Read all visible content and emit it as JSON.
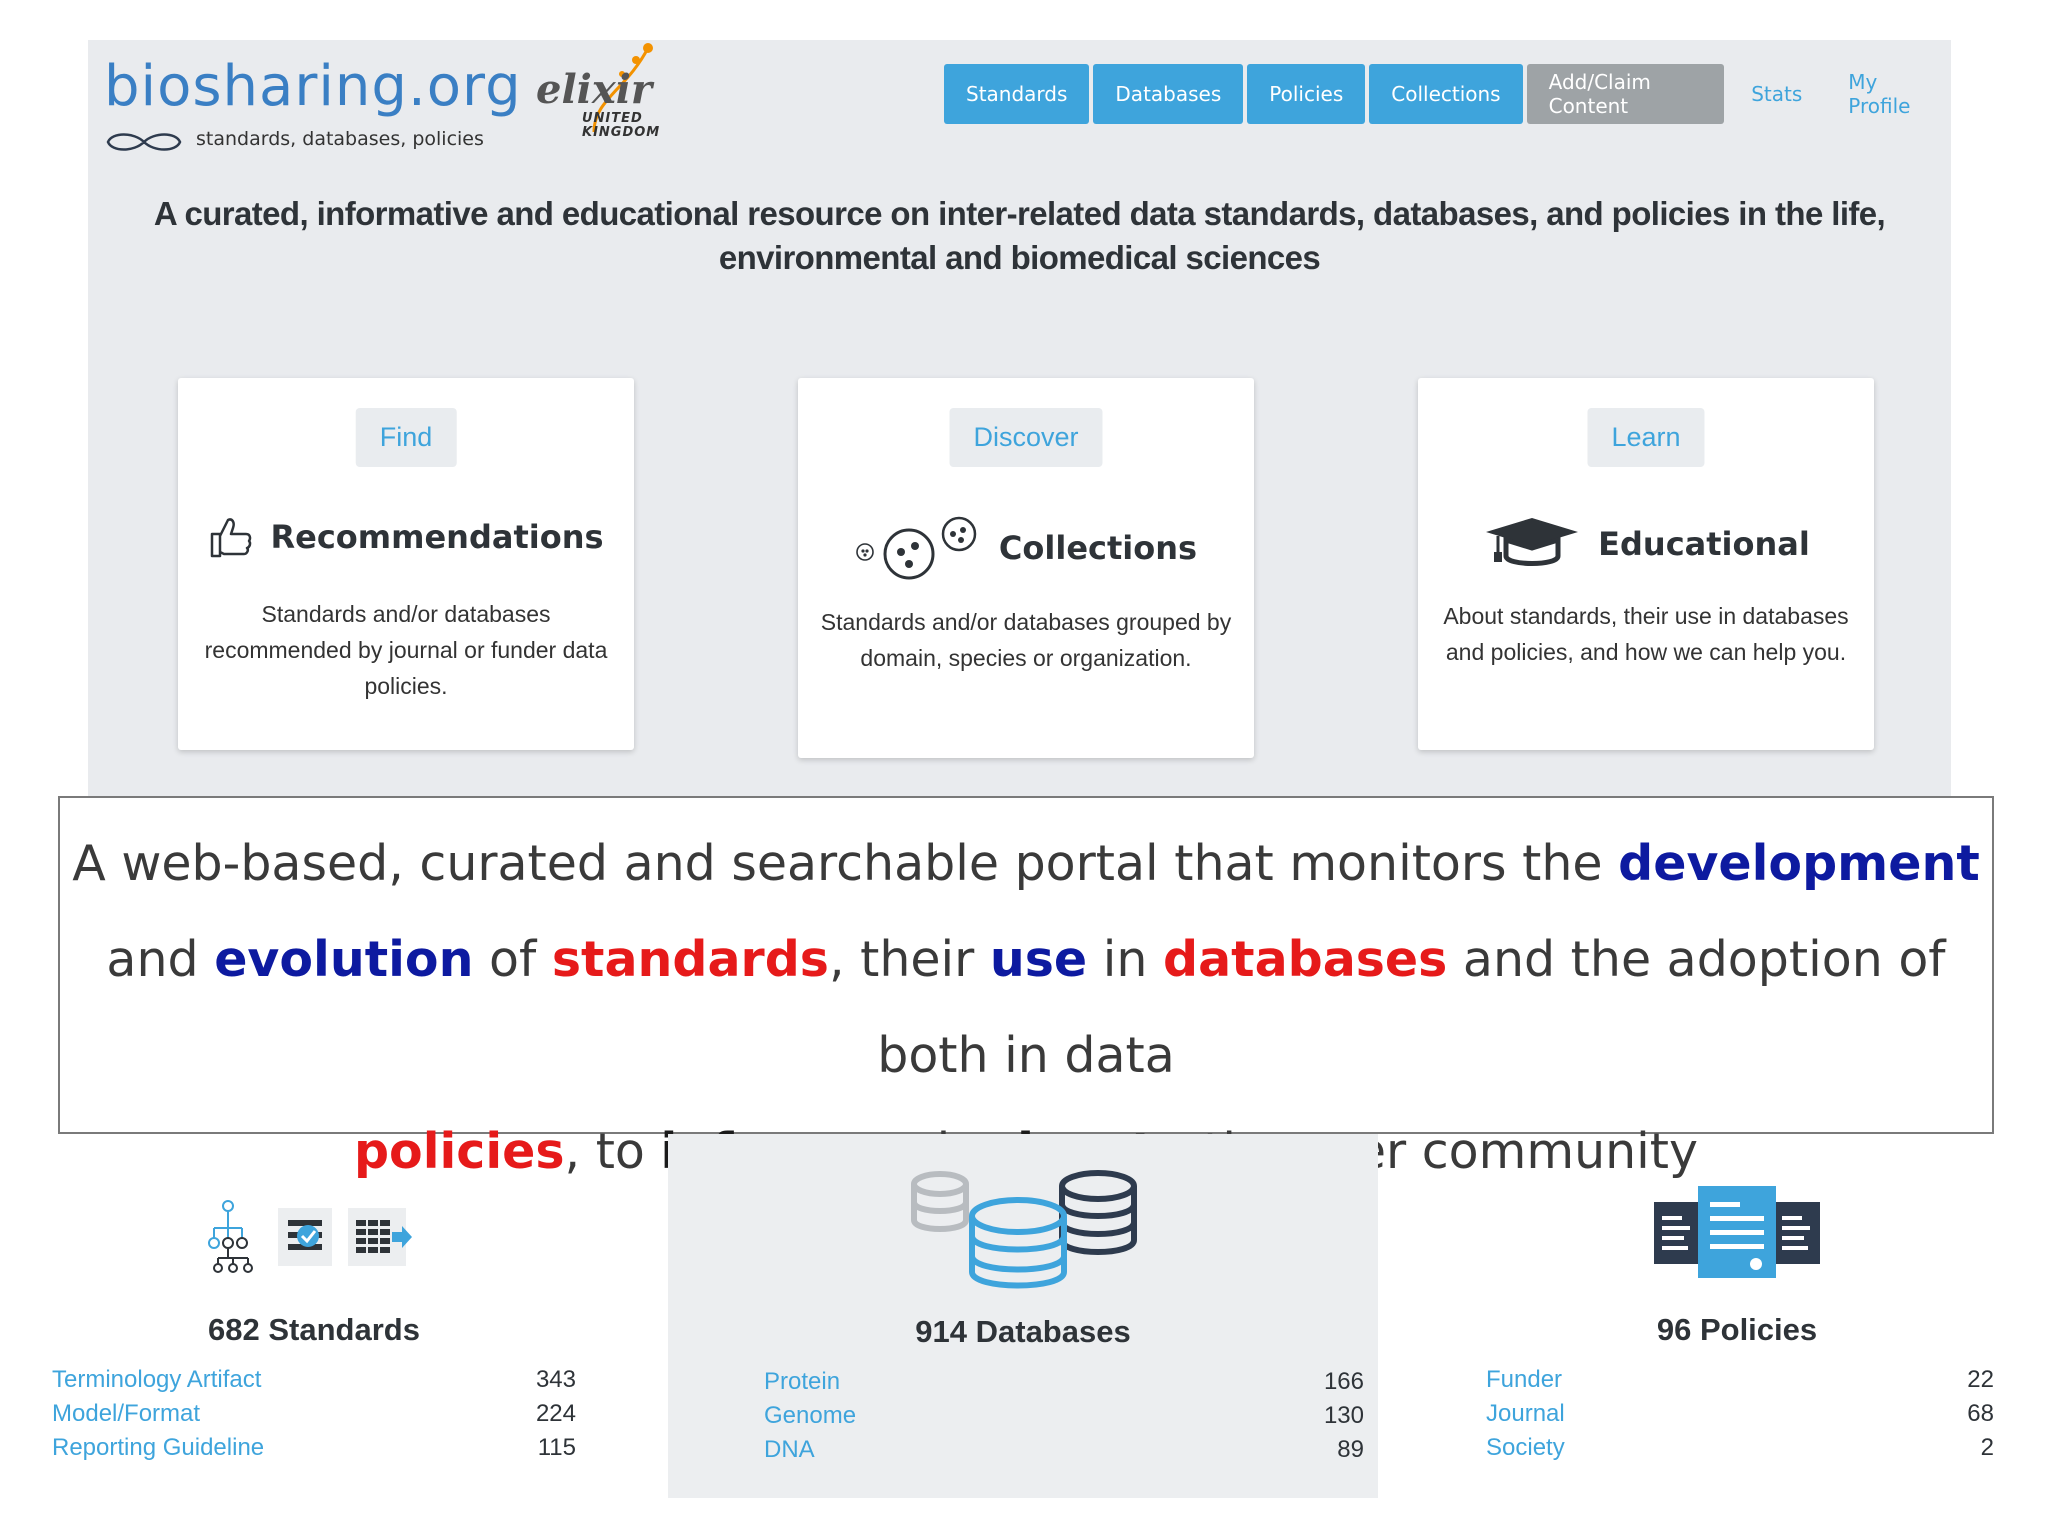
{
  "header": {
    "logo_main": "biosharing",
    "logo_suffix": ".org",
    "logo_tagline": "standards, databases, policies",
    "partner_logo": "elixir",
    "partner_sub_line1": "UNITED",
    "partner_sub_line2": "KINGDOM",
    "nav": [
      "Standards",
      "Databases",
      "Policies",
      "Collections",
      "Add/Claim Content"
    ],
    "nav_links": [
      "Stats",
      "My Profile"
    ]
  },
  "tagline": "A curated, informative and educational resource on inter-related data standards, databases, and policies in the life, environmental and biomedical sciences",
  "cards": [
    {
      "pill": "Find",
      "title": "Recommendations",
      "icon": "thumbs-up-icon",
      "description": "Standards and/or databases recommended by journal or funder data policies."
    },
    {
      "pill": "Discover",
      "title": "Collections",
      "icon": "bubbles-icon",
      "description": "Standards and/or databases grouped by domain, species or organization."
    },
    {
      "pill": "Learn",
      "title": "Educational",
      "icon": "graduation-cap-icon",
      "description": "About standards, their use in databases and policies, and how we can help you."
    }
  ],
  "caption": {
    "t1": "A web-based, curated and searchable portal that monitors the ",
    "t2": "development",
    "t3": " and ",
    "t4": "evolution",
    "t5": " of ",
    "t6": "standards",
    "t7": ", their ",
    "t8": "use",
    "t9": " in ",
    "t10": "databases",
    "t11": " and the adoption of both in data ",
    "t12": "policies",
    "t13": ", to ",
    "t14": "inform",
    "t15": " and ",
    "t16": "educate",
    "t17": " the user community"
  },
  "stats": [
    {
      "count": "682 Standards",
      "rows": [
        {
          "label": "Terminology Artifact",
          "value": "343"
        },
        {
          "label": "Model/Format",
          "value": "224"
        },
        {
          "label": "Reporting Guideline",
          "value": "115"
        }
      ]
    },
    {
      "count": "914 Databases",
      "rows": [
        {
          "label": "Protein",
          "value": "166"
        },
        {
          "label": "Genome",
          "value": "130"
        },
        {
          "label": "DNA",
          "value": "89"
        }
      ]
    },
    {
      "count": "96 Policies",
      "rows": [
        {
          "label": "Funder",
          "value": "22"
        },
        {
          "label": "Journal",
          "value": "68"
        },
        {
          "label": "Society",
          "value": "2"
        }
      ]
    }
  ],
  "colors": {
    "accent": "#3ea4dc",
    "highlight_blue": "#0d1aa0",
    "highlight_red": "#e61a1a",
    "panel": "#e9ebee"
  }
}
